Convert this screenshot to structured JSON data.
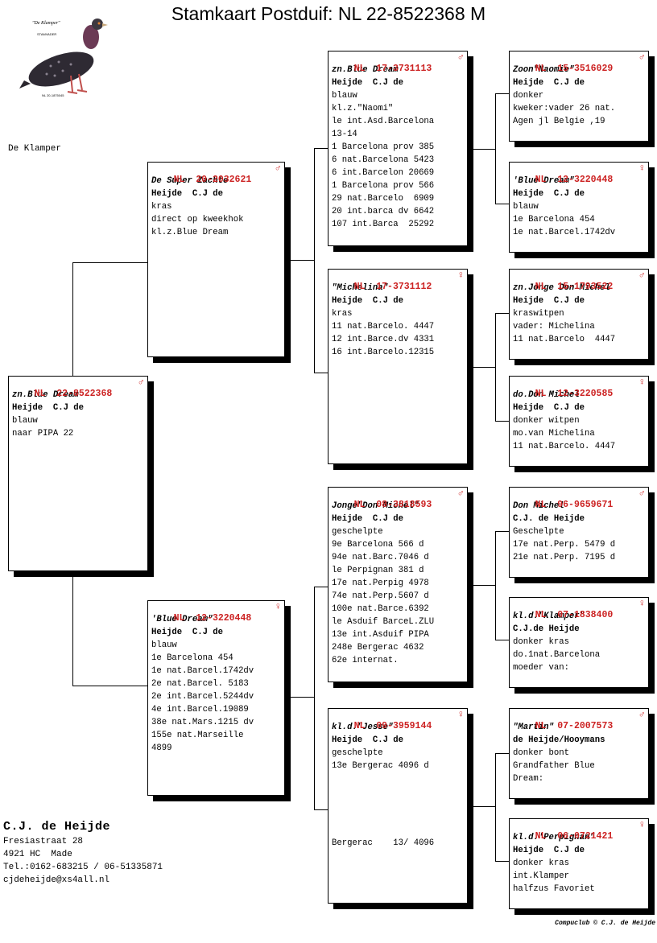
{
  "title": "Stamkaart Postduif: NL  22-8522368 M",
  "logo": {
    "name_text": "\"De Klamper\"",
    "line2": "STAMVADER",
    "ring": "NL 20-1875045"
  },
  "logo_caption": "De Klamper",
  "owner": {
    "name": "C.J. de Heijde",
    "lines": [
      "Fresiastraat 28",
      "4921 HC  Made",
      "Tel.:0162-683215 / 06-51335871",
      "cjdeheijde@xs4all.nl"
    ]
  },
  "footer": "Compuclub © C.J. de Heijde",
  "birds": [
    {
      "id": "subject",
      "country": "NL",
      "ring": "22-8522368",
      "sex": "♂",
      "lines": [
        {
          "t": "zn.Blue Dream",
          "s": "i"
        },
        {
          "t": "Heijde  C.J de",
          "s": "b"
        },
        {
          "t": "blauw",
          "s": ""
        },
        {
          "t": "naar PIPA 22",
          "s": ""
        }
      ]
    },
    {
      "id": "father",
      "country": "NL",
      "ring": "20-2032621",
      "sex": "♂",
      "lines": [
        {
          "t": "De Super Zachte",
          "s": "i"
        },
        {
          "t": "Heijde  C.J de",
          "s": "b"
        },
        {
          "t": "kras",
          "s": ""
        },
        {
          "t": "direct op kweekhok",
          "s": ""
        },
        {
          "t": "kl.z.Blue Dream",
          "s": ""
        }
      ]
    },
    {
      "id": "mother",
      "country": "NL",
      "ring": "12-3220448",
      "sex": "♀",
      "lines": [
        {
          "t": "'Blue Dream\"",
          "s": "i"
        },
        {
          "t": "Heijde  C.J de",
          "s": "b"
        },
        {
          "t": "blauw",
          "s": ""
        },
        {
          "t": "1e Barcelona 454",
          "s": ""
        },
        {
          "t": "1e nat.Barcel.1742dv",
          "s": ""
        },
        {
          "t": "2e nat.Barcel. 5183",
          "s": ""
        },
        {
          "t": "2e int.Barcel.5244dv",
          "s": ""
        },
        {
          "t": "4e int.Barcel.19089",
          "s": ""
        },
        {
          "t": "38e nat.Mars.1215 dv",
          "s": ""
        },
        {
          "t": "155e nat.Marseille",
          "s": ""
        },
        {
          "t": "4899",
          "s": ""
        }
      ]
    },
    {
      "id": "ff",
      "country": "NL",
      "ring": "17-3731113",
      "sex": "♂",
      "lines": [
        {
          "t": "zn.Blue Dream",
          "s": "i"
        },
        {
          "t": "Heijde  C.J de",
          "s": "b"
        },
        {
          "t": "blauw",
          "s": ""
        },
        {
          "t": "kl.z.\"Naomi\"",
          "s": ""
        },
        {
          "t": "le int.Asd.Barcelona",
          "s": ""
        },
        {
          "t": "13-14",
          "s": ""
        },
        {
          "t": "1 Barcelona prov 385",
          "s": ""
        },
        {
          "t": "6 nat.Barcelona 5423",
          "s": ""
        },
        {
          "t": "6 int.Barcelon 20669",
          "s": ""
        },
        {
          "t": "1 Barcelona prov 566",
          "s": ""
        },
        {
          "t": "29 nat.Barcelo  6909",
          "s": ""
        },
        {
          "t": "20 int.barca dv 6642",
          "s": ""
        },
        {
          "t": "107 int.Barca  25292",
          "s": ""
        }
      ]
    },
    {
      "id": "fm",
      "country": "NL",
      "ring": "17-3731112",
      "sex": "♀",
      "lines": [
        {
          "t": "\"Michelina\"",
          "s": "i"
        },
        {
          "t": "Heijde  C.J de",
          "s": "b"
        },
        {
          "t": "kras",
          "s": ""
        },
        {
          "t": "11 nat.Barcelo. 4447",
          "s": ""
        },
        {
          "t": "12 int.Barce.dv 4331",
          "s": ""
        },
        {
          "t": "16 int.Barcelo.12315",
          "s": ""
        }
      ]
    },
    {
      "id": "mf",
      "country": "NL",
      "ring": "08-3818593",
      "sex": "♂",
      "lines": [
        {
          "t": "Jonge\"Don Michel\"",
          "s": "i"
        },
        {
          "t": "Heijde  C.J de",
          "s": "b"
        },
        {
          "t": "geschelpte",
          "s": ""
        },
        {
          "t": "9e Barcelona 566 d",
          "s": ""
        },
        {
          "t": "94e nat.Barc.7046 d",
          "s": ""
        },
        {
          "t": "le Perpignan 381 d",
          "s": ""
        },
        {
          "t": "17e nat.Perpig 4978",
          "s": ""
        },
        {
          "t": "74e nat.Perp.5607 d",
          "s": ""
        },
        {
          "t": "100e nat.Barce.6392",
          "s": ""
        },
        {
          "t": "le Asduif BarceL.ZLU",
          "s": ""
        },
        {
          "t": "13e int.Asduif PIPA",
          "s": ""
        },
        {
          "t": "248e Bergerac 4632",
          "s": ""
        },
        {
          "t": "62e internat.",
          "s": ""
        }
      ]
    },
    {
      "id": "mm",
      "country": "NL",
      "ring": "09-3959144",
      "sex": "♀",
      "lines": [
        {
          "t": "kl.d.\"Jesse\"",
          "s": "i"
        },
        {
          "t": "Heijde  C.J de",
          "s": "b"
        },
        {
          "t": "geschelpte",
          "s": ""
        },
        {
          "t": "13e Bergerac 4096 d",
          "s": ""
        },
        {
          "t": "",
          "s": ""
        },
        {
          "t": "",
          "s": ""
        },
        {
          "t": "",
          "s": ""
        },
        {
          "t": "",
          "s": ""
        },
        {
          "t": "",
          "s": ""
        },
        {
          "t": "Bergerac    13/ 4096",
          "s": ""
        }
      ]
    },
    {
      "id": "fff",
      "country": "NL",
      "ring": "15-3516029",
      "sex": "♂",
      "lines": [
        {
          "t": "Zoon\"Naomie\"",
          "s": "i"
        },
        {
          "t": "Heijde  C.J de",
          "s": "b"
        },
        {
          "t": "donker",
          "s": ""
        },
        {
          "t": "kweker:vader 26 nat.",
          "s": ""
        },
        {
          "t": "Agen jl Belgie ,19",
          "s": ""
        }
      ]
    },
    {
      "id": "ffm",
      "country": "NL",
      "ring": "12-3220448",
      "sex": "♀",
      "lines": [
        {
          "t": "'Blue Dream\"",
          "s": "i"
        },
        {
          "t": "Heijde  C.J de",
          "s": "b"
        },
        {
          "t": "blauw",
          "s": ""
        },
        {
          "t": "1e Barcelona 454",
          "s": ""
        },
        {
          "t": "1e nat.Barcel.1742dv",
          "s": ""
        }
      ]
    },
    {
      "id": "fmf",
      "country": "NL",
      "ring": "15-1793522",
      "sex": "♂",
      "lines": [
        {
          "t": "zn.Jonge Don Michel",
          "s": "i"
        },
        {
          "t": "Heijde  C.J de",
          "s": "b"
        },
        {
          "t": "kraswitpen",
          "s": ""
        },
        {
          "t": "vader: Michelina",
          "s": ""
        },
        {
          "t": "11 nat.Barcelo  4447",
          "s": ""
        }
      ]
    },
    {
      "id": "fmm",
      "country": "NL",
      "ring": "12-3220585",
      "sex": "♀",
      "lines": [
        {
          "t": "do.Don Michel",
          "s": "i"
        },
        {
          "t": "Heijde  C.J de",
          "s": "b"
        },
        {
          "t": "donker witpen",
          "s": ""
        },
        {
          "t": "mo.van Michelina",
          "s": ""
        },
        {
          "t": "11 nat.Barcelo. 4447",
          "s": ""
        }
      ]
    },
    {
      "id": "mff",
      "country": "NL",
      "ring": "96-9659671",
      "sex": "♂",
      "lines": [
        {
          "t": "Don Michel",
          "s": "i"
        },
        {
          "t": "C.J. de Heijde",
          "s": "b"
        },
        {
          "t": "Geschelpte",
          "s": ""
        },
        {
          "t": "17e nat.Perp. 5479 d",
          "s": ""
        },
        {
          "t": "21e nat.Perp. 7195 d",
          "s": ""
        }
      ]
    },
    {
      "id": "mfm",
      "country": "NL",
      "ring": "07-1838400",
      "sex": "♀",
      "lines": [
        {
          "t": "kl.d.\"Klamper\"",
          "s": "i"
        },
        {
          "t": "C.J.de Heijde",
          "s": "b"
        },
        {
          "t": "donker kras",
          "s": ""
        },
        {
          "t": "do.1nat.Barcelona",
          "s": ""
        },
        {
          "t": "moeder van:",
          "s": ""
        }
      ]
    },
    {
      "id": "mmf",
      "country": "NL",
      "ring": "07-2007573",
      "sex": "♂",
      "lines": [
        {
          "t": "\"Martin\"",
          "s": "i"
        },
        {
          "t": "de Heijde/Hooymans",
          "s": "b"
        },
        {
          "t": "donker bont",
          "s": ""
        },
        {
          "t": "Grandfather Blue",
          "s": ""
        },
        {
          "t": "Dream:",
          "s": ""
        }
      ]
    },
    {
      "id": "mmm",
      "country": "NL",
      "ring": "06-0721421",
      "sex": "♀",
      "lines": [
        {
          "t": "kl.d.'Perpignan\"",
          "s": "i"
        },
        {
          "t": "Heijde  C.J de",
          "s": "b"
        },
        {
          "t": "donker kras",
          "s": ""
        },
        {
          "t": "int.Klamper",
          "s": ""
        },
        {
          "t": "halfzus Favoriet",
          "s": ""
        }
      ]
    }
  ]
}
